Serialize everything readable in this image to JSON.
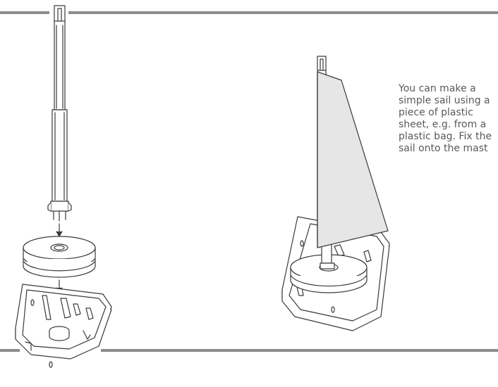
{
  "instructions": {
    "lines": [
      "You can make a",
      "simple sail using a",
      "piece of plastic",
      "sheet, e.g. from a",
      "plastic bag. Fix the",
      "sail onto the mast"
    ]
  },
  "colors": {
    "rule": "#8c8c8c",
    "outline": "#3a3a3a",
    "sail_fill": "#e6e6e6",
    "text": "#5a5a5a"
  },
  "icons": {
    "arrow_mast_to_disc": "arrow-down-icon",
    "arrow_disc_to_hull": "arrow-down-icon"
  }
}
